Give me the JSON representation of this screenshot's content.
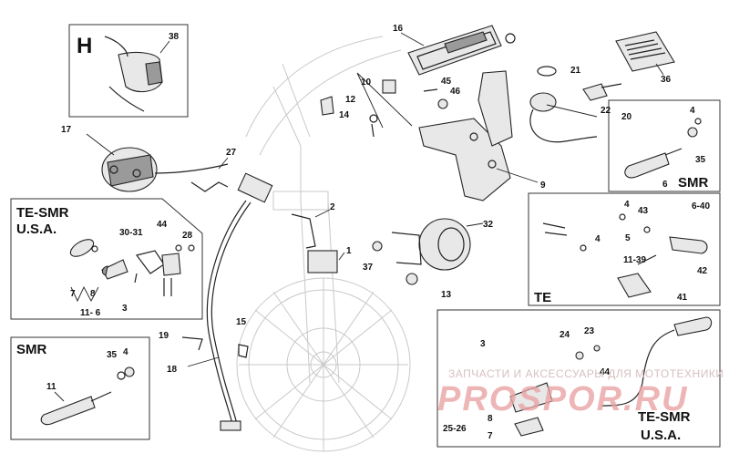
{
  "boxes": {
    "h": "H",
    "te_smr_left_1": "TE-SMR",
    "te_smr_left_2": "U.S.A.",
    "smr_left": "SMR",
    "smr_right": "SMR",
    "te": "TE",
    "te_smr_right_1": "TE-SMR",
    "te_smr_right_2": "U.S.A."
  },
  "callouts": {
    "c1": "1",
    "c2": "2",
    "c3a": "3",
    "c3b": "3",
    "c4a": "4",
    "c4b": "4",
    "c4c": "4",
    "c4d": "4",
    "c5": "5",
    "c6a": "6",
    "c7a": "7",
    "c7b": "7",
    "c8a": "8",
    "c8b": "8",
    "c9": "9",
    "c10": "10",
    "c11": "11",
    "c1139": "11-39",
    "c116": "11- 6",
    "c12": "12",
    "c13": "13",
    "c14": "14",
    "c15": "15",
    "c16": "16",
    "c17": "17",
    "c18": "18",
    "c19": "19",
    "c20": "20",
    "c21": "21",
    "c22": "22",
    "c23": "23",
    "c24": "24",
    "c2526": "25-26",
    "c27": "27",
    "c28": "28",
    "c3031": "30-31",
    "c32": "32",
    "c35a": "35",
    "c35b": "35",
    "c36": "36",
    "c37": "37",
    "c38": "38",
    "c41": "41",
    "c42": "42",
    "c43": "43",
    "c44a": "44",
    "c44b": "44",
    "c45": "45",
    "c46": "46",
    "c640": "6-40"
  },
  "watermark": {
    "line1": "ЗАПЧАСТИ И АКСЕССУАРЫ ДЛЯ МОТОТЕХНИКИ",
    "line2": "PROSPOR.RU"
  }
}
